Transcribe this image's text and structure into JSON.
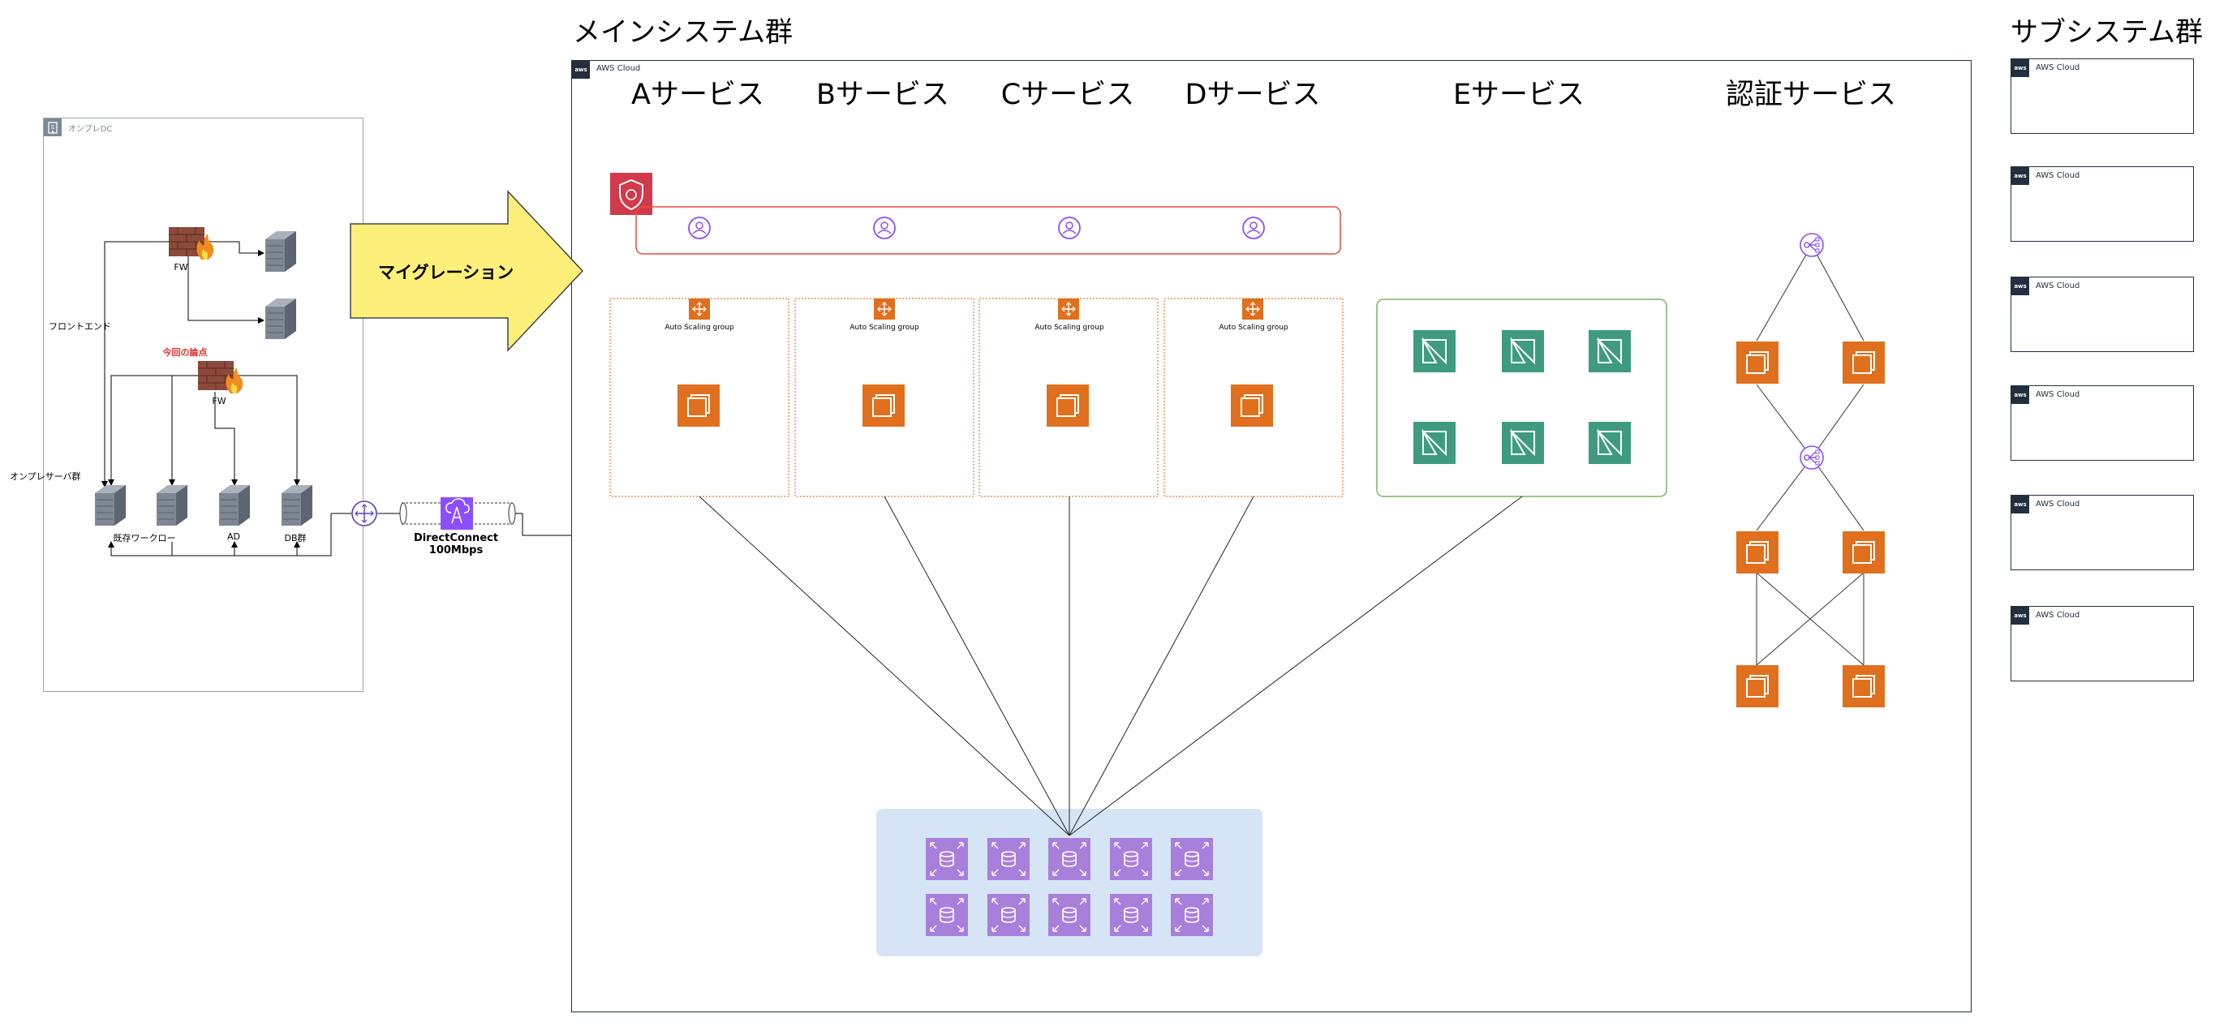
{
  "main_group": {
    "title": "メインシステム群",
    "cloud_label": "AWS Cloud",
    "badge": "aws"
  },
  "sub_group": {
    "title": "サブシステム群",
    "clouds": [
      {
        "label": "AWS Cloud"
      },
      {
        "label": "AWS Cloud"
      },
      {
        "label": "AWS Cloud"
      },
      {
        "label": "AWS Cloud"
      },
      {
        "label": "AWS Cloud"
      },
      {
        "label": "AWS Cloud"
      }
    ]
  },
  "onprem": {
    "dc_label": "オンプレDC",
    "frontend_label": "フロントエンド",
    "server_group_label": "オンプレサーバ群",
    "fw_top_label": "FW",
    "fw_bottom_label": "FW",
    "issue_label": "今回の論点",
    "server_labels": [
      "既存ワークロー",
      "AD",
      "DB群"
    ]
  },
  "migration_arrow": {
    "label": "マイグレーション",
    "color": "#fdf07a"
  },
  "direct_connect": {
    "line1": "DirectConnect",
    "line2": "100Mbps"
  },
  "services": [
    {
      "title": "Aサービス",
      "asg_label": "Auto Scaling group"
    },
    {
      "title": "Bサービス",
      "asg_label": "Auto Scaling group"
    },
    {
      "title": "Cサービス",
      "asg_label": "Auto Scaling group"
    },
    {
      "title": "Dサービス",
      "asg_label": "Auto Scaling group"
    }
  ],
  "e_service": {
    "title": "Eサービス"
  },
  "auth_service": {
    "title": "認証サービス"
  },
  "colors": {
    "ec2_orange": "#e0701e",
    "firewall_red": "#d13a4a",
    "db_purple": "#a97fdc",
    "green_service": "#3e9b7f",
    "db_area": "#d5e5f6",
    "waf_box": "#e74c3c",
    "asg_border": "#ed7d31",
    "e_border": "#7bb661",
    "endpoint_purple": "#8c4fff"
  },
  "icons": {
    "shield": "firewall-shield-icon",
    "endpoint": "network-endpoint-icon",
    "ec2": "ec2-instance-icon",
    "asg": "auto-scaling-icon",
    "db": "database-icon",
    "lb": "load-balancer-icon",
    "server": "server-icon",
    "fw": "firewall-brick-icon"
  }
}
